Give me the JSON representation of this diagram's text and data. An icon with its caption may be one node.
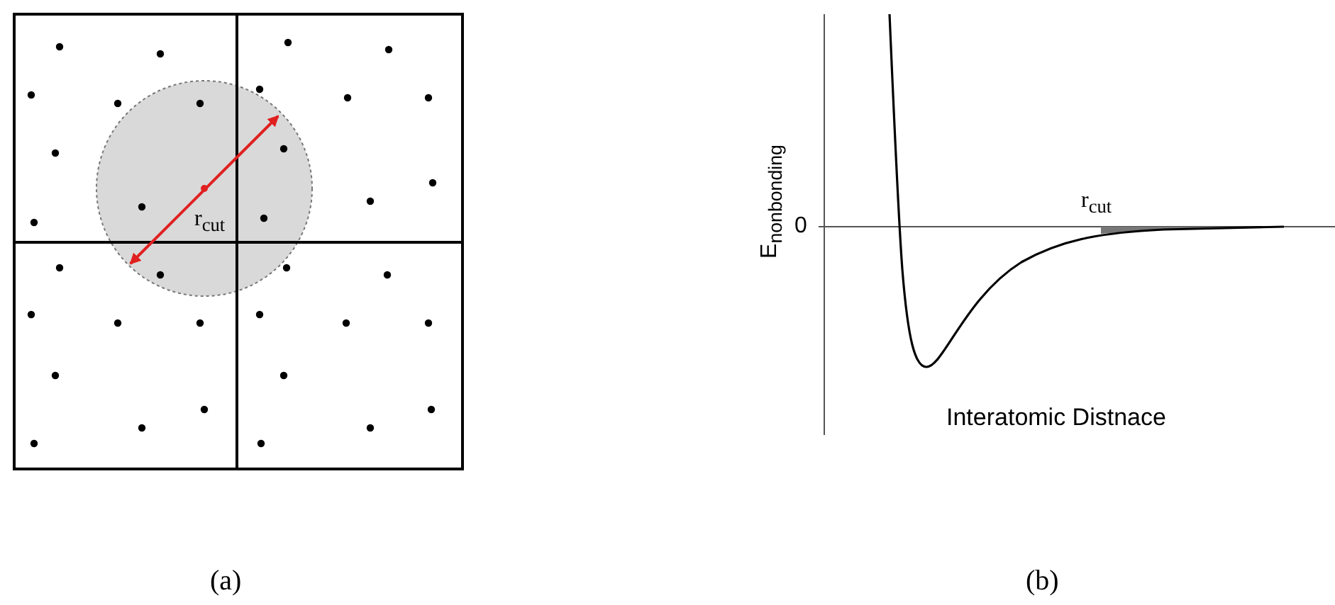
{
  "diagram": {
    "labels": [
      "r$_{cut}$",
      "E$_{nonbonding}$",
      "0",
      "r$_{cut}$",
      "Interatomic Distnace",
      "(a)",
      "(b)"
    ]
  }
}
